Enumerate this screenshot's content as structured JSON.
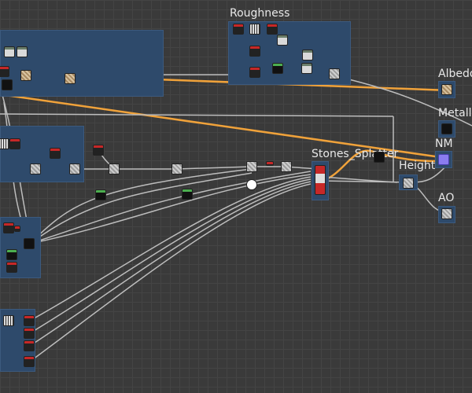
{
  "graph": {
    "frames": {
      "roughness": "Roughness",
      "stones_splatter": "Stones_Splatter",
      "height": "Height"
    },
    "outputs": {
      "albedo": "Albedo",
      "metallic": "Metalli",
      "nm": "NM",
      "ao": "AO"
    }
  }
}
